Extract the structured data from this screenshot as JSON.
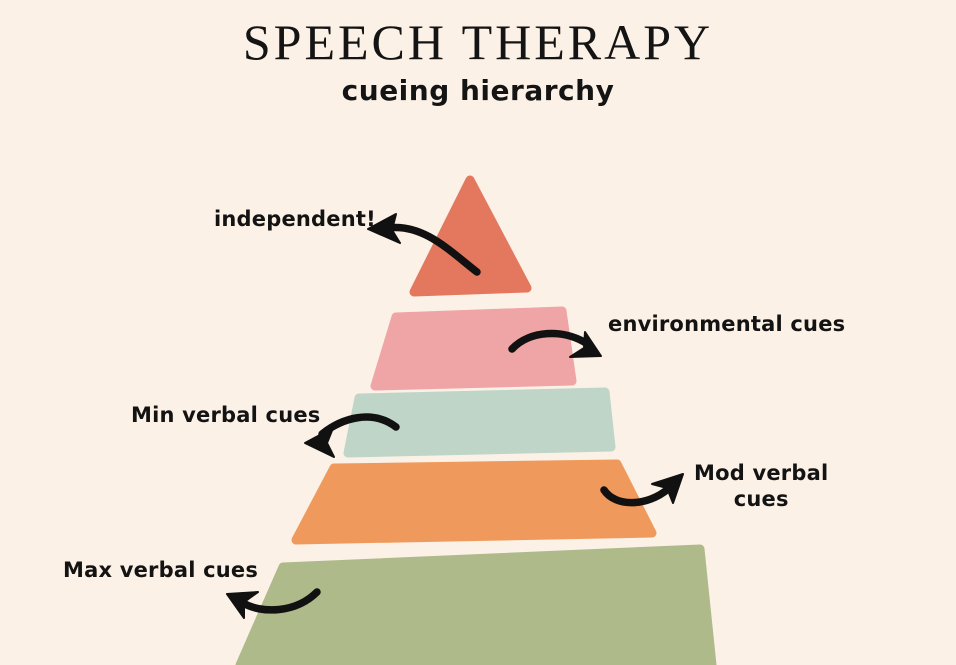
{
  "header": {
    "title": "SPEECH THERAPY",
    "subtitle": "cueing hierarchy"
  },
  "background_color": "#fcf1e7",
  "chart_data": {
    "type": "pie",
    "title": "SPEECH THERAPY",
    "subtitle": "cueing hierarchy",
    "chart_kind": "pyramid-hierarchy",
    "orientation": "top-is-most-independent",
    "levels": [
      {
        "rank": 1,
        "label": "independent!",
        "color": "#e4785f",
        "color_name": "coral",
        "shape": "triangle-apex",
        "label_side": "left",
        "arrow": "curve-left-down"
      },
      {
        "rank": 2,
        "label": "environmental cues",
        "color": "#efa5a5",
        "color_name": "pink",
        "shape": "trapezoid",
        "label_side": "right",
        "arrow": "curve-right"
      },
      {
        "rank": 3,
        "label": "Min verbal cues",
        "color": "#bfd5c8",
        "color_name": "mint",
        "shape": "trapezoid",
        "label_side": "left",
        "arrow": "curve-left"
      },
      {
        "rank": 4,
        "label": "Mod verbal\ncues",
        "color": "#ef9a5c",
        "color_name": "orange",
        "shape": "trapezoid",
        "label_side": "right",
        "arrow": "curve-right-up"
      },
      {
        "rank": 5,
        "label": "Max verbal cues",
        "color": "#afba8a",
        "color_name": "sage-green",
        "shape": "trapezoid-base",
        "label_side": "left",
        "arrow": "curve-left"
      }
    ]
  }
}
